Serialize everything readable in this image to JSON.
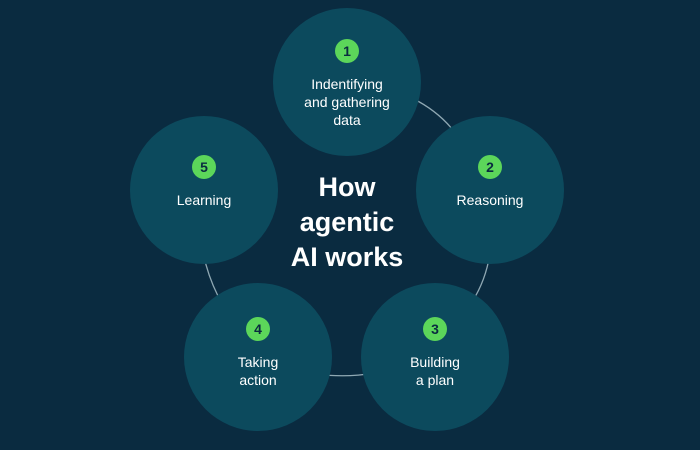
{
  "title": {
    "lines": [
      "How",
      "agentic",
      "AI works"
    ]
  },
  "steps": [
    {
      "number": "1",
      "lines": [
        "Indentifying",
        "and gathering",
        "data"
      ]
    },
    {
      "number": "2",
      "lines": [
        "Reasoning"
      ]
    },
    {
      "number": "3",
      "lines": [
        "Building",
        "a plan"
      ]
    },
    {
      "number": "4",
      "lines": [
        "Taking",
        "action"
      ]
    },
    {
      "number": "5",
      "lines": [
        "Learning"
      ]
    }
  ],
  "colors": {
    "background": "#0a2b40",
    "circle": "#0c4a5d",
    "badge": "#5cd65a",
    "text": "#ffffff",
    "arrow": "#8fa8b3"
  }
}
